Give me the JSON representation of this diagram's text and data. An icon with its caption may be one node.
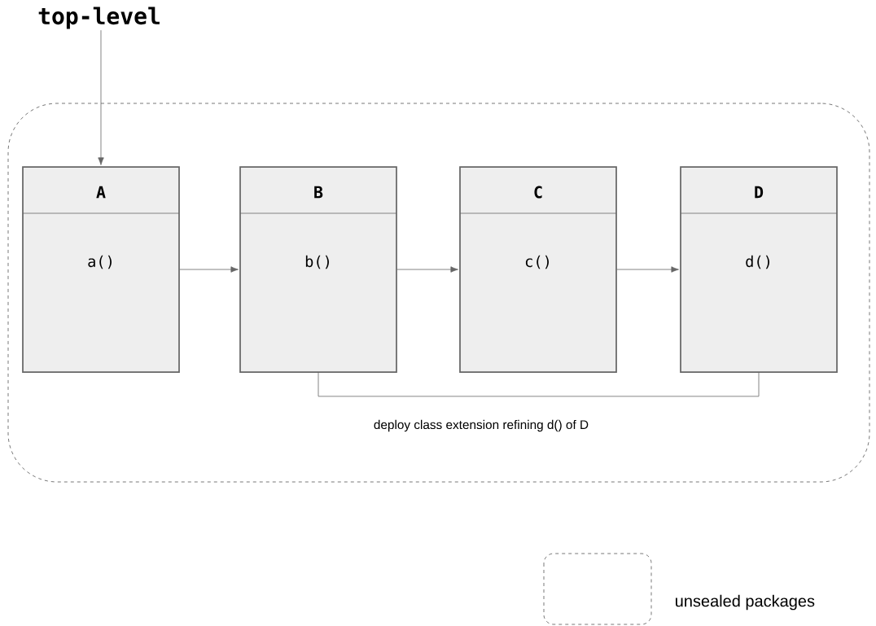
{
  "diagram": {
    "nodes": [
      {
        "text": [
          "top-level"
        ]
      },
      {
        "text": [],
        "shape": "box"
      },
      {
        "text": [
          "A",
          "a()"
        ],
        "in": 1
      },
      {
        "text": [
          "B",
          "b()"
        ],
        "in": 1
      },
      {
        "text": [
          "C",
          "c()"
        ],
        "in": 1
      },
      {
        "text": [
          "D",
          "d()"
        ],
        "in": 1
      }
    ],
    "edges": [
      {
        "from": 0,
        "to": 2,
        "arrow": "to"
      },
      {
        "from": 2,
        "to": 3,
        "arrow": "to"
      },
      {
        "from": 3,
        "to": 4,
        "arrow": "to"
      },
      {
        "from": 4,
        "to": 5,
        "arrow": "to"
      },
      {
        "from": 3,
        "to": 5,
        "arrow": "none",
        "label": "deploy class extension refining d() of D"
      }
    ],
    "legend": [
      {
        "text": "unsealed packages"
      }
    ]
  }
}
